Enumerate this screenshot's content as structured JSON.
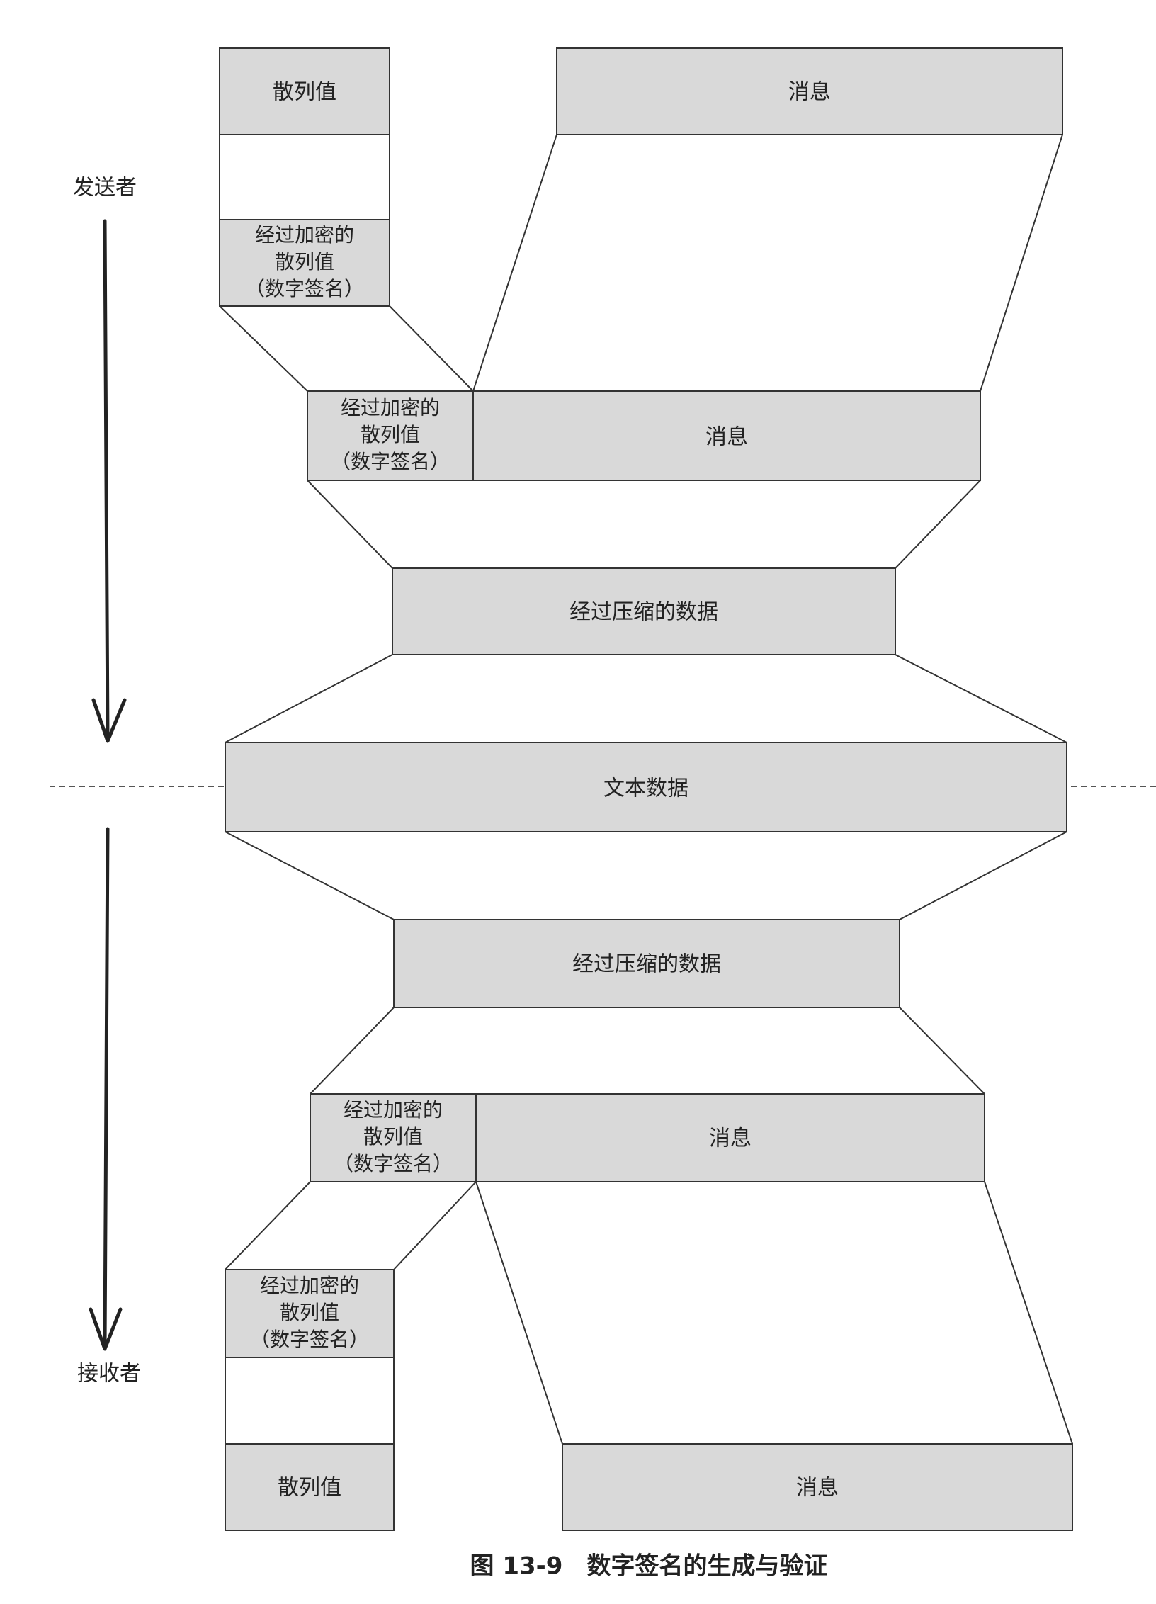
{
  "sides": {
    "sender": "发送者",
    "receiver": "接收者"
  },
  "top": {
    "hash": "散列值",
    "message": "消息",
    "encrypted_hash": [
      "经过加密的",
      "散列值",
      "（数字签名）"
    ]
  },
  "upper_combined": {
    "encrypted_hash": [
      "经过加密的",
      "散列值",
      "（数字签名）"
    ],
    "message": "消息"
  },
  "upper_compressed": "经过压缩的数据",
  "text_data": "文本数据",
  "lower_compressed": "经过压缩的数据",
  "lower_combined": {
    "encrypted_hash": [
      "经过加密的",
      "散列值",
      "（数字签名）"
    ],
    "message": "消息"
  },
  "bottom": {
    "encrypted_hash": [
      "经过加密的",
      "散列值",
      "（数字签名）"
    ],
    "hash": "散列值",
    "message": "消息"
  },
  "caption": "图 13-9　数字签名的生成与验证"
}
